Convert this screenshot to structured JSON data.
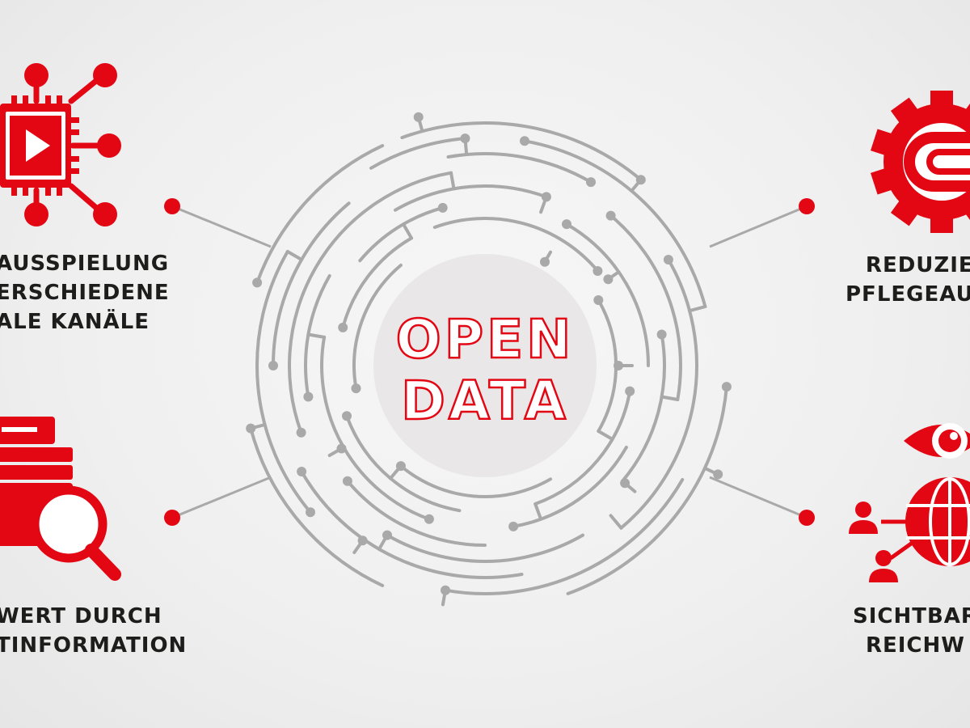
{
  "colors": {
    "accent": "#e30613",
    "circuit": "#a9a9a9",
    "text": "#1d1d1b",
    "center_disc": "#e9e7e7",
    "background": "#efefef"
  },
  "center": {
    "line1": "OPEN",
    "line2": "DATA"
  },
  "features": {
    "top_left": {
      "icon": "video-chip-icon",
      "lines": [
        "AUSSPIELUNG",
        "ERSCHIEDENE",
        "ALE KANÄLE"
      ]
    },
    "bottom_left": {
      "icon": "document-search-icon",
      "lines": [
        "WERT DURCH",
        "TINFORMATION"
      ]
    },
    "top_right": {
      "icon": "gear-link-icon",
      "lines": [
        "REDUZIE",
        "PFLEGEAU"
      ]
    },
    "bottom_right": {
      "icon": "eye-globe-network-icon",
      "lines": [
        "SICHTBAR",
        "REICHW"
      ]
    }
  }
}
